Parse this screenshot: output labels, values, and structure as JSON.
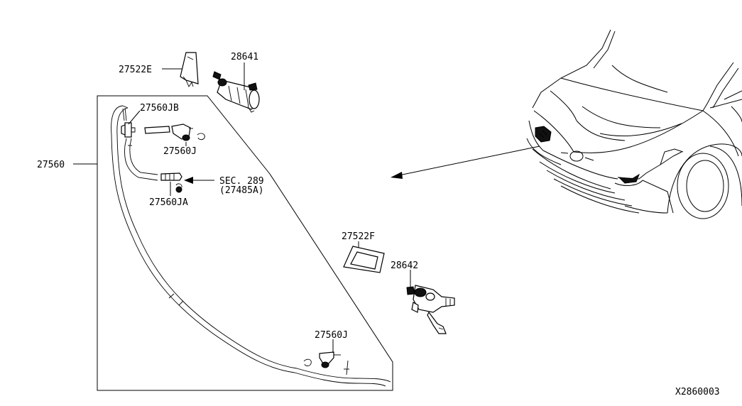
{
  "labels": {
    "p27522E": "27522E",
    "p28641": "28641",
    "p27560JB": "27560JB",
    "p27560J_top": "27560J",
    "p27560": "27560",
    "sec289": "SEC. 289",
    "p27485A": "(27485A)",
    "p27560JA": "27560JA",
    "p27522F": "27522F",
    "p28642": "28642",
    "p27560J_bottom": "27560J",
    "diagram_code": "X2860003"
  }
}
